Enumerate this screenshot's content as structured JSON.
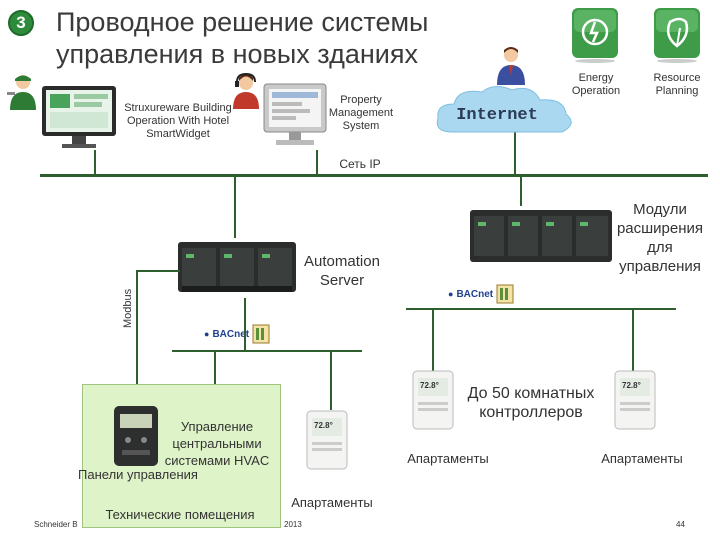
{
  "slide": {
    "number": "3",
    "title": "Проводное решение системы управления в новых зданиях",
    "footer_left": "Schneider B",
    "footer_mid": "2013",
    "page": "44"
  },
  "labels": {
    "struxureware": "Struxureware Building Operation With Hotel SmartWidget",
    "pms": "Property Management System",
    "internet": "Internet",
    "energy": "Energy Operation",
    "resource": "Resource Planning",
    "ip_net": "Сеть IP",
    "automation_server": "Automation Server",
    "modules": "Модули расширения для управления",
    "modbus": "Modbus",
    "bacnet": "BACnet",
    "room_controllers": "До 50 комнатных контроллеров",
    "hvac": "Управление центральными системами HVAC",
    "control_panels": "Панели управления",
    "tech_rooms": "Технические помещения",
    "apartments": "Апартаменты",
    "thermostat_temp": "72.8°"
  },
  "colors": {
    "network_line": "#2f5f2f",
    "hvac_box": "#dff3c9",
    "badge": "#2e8b3c",
    "cloud": "#a9d8f0"
  }
}
